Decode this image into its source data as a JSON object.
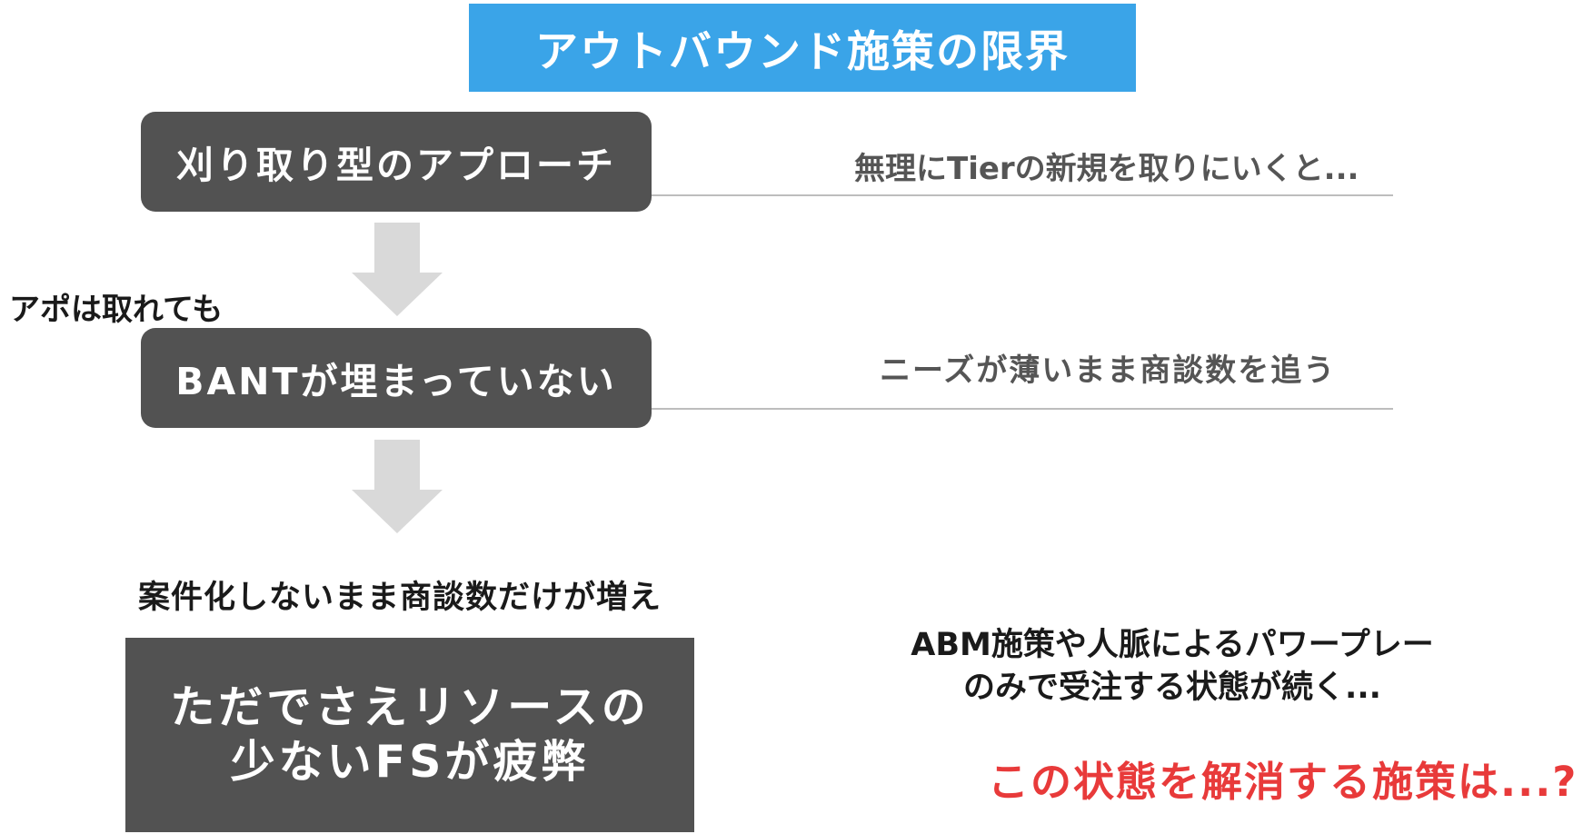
{
  "title": "アウトバウンド施策の限界",
  "steps": [
    {
      "label": "刈り取り型のアプローチ",
      "note": "無理にTierの新規を取りにいくと..."
    },
    {
      "label": "BANTが埋まっていない",
      "note": "ニーズが薄いまま商談数を追う"
    }
  ],
  "connector_label": "アポは取れても",
  "increase_label": "案件化しないまま商談数だけが増え",
  "final": {
    "line1": "ただでさえリソースの",
    "line2": "少ないFSが疲弊"
  },
  "abm_note": {
    "line1": "ABM施策や人脈によるパワープレー",
    "line2": "のみで受注する状態が続く..."
  },
  "question": "この状態を解消する施策は...?",
  "colors": {
    "banner": "#3aa4e8",
    "box": "#525252",
    "arrow": "#d9d9d9",
    "accent_red": "#e83a3a"
  }
}
